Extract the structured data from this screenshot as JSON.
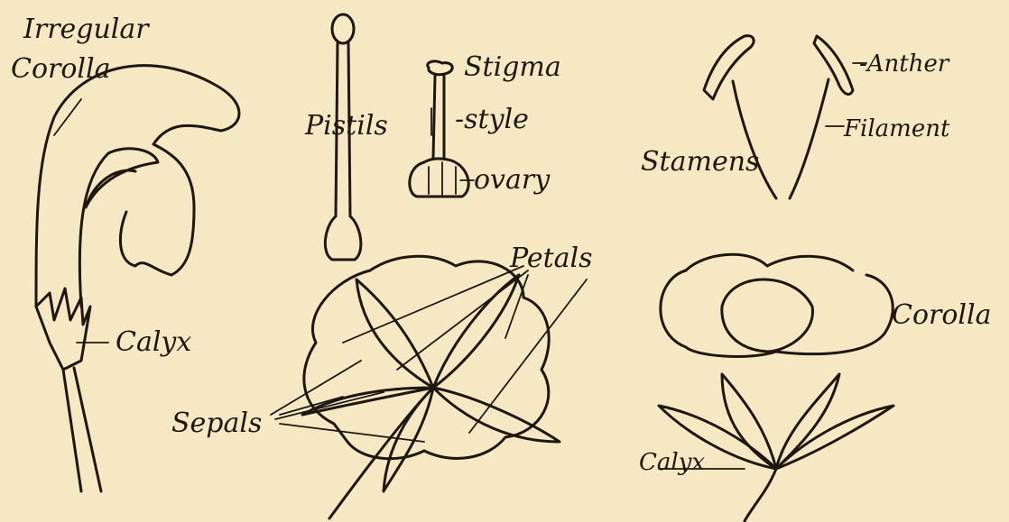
{
  "labels": {
    "irregular": "Irregular",
    "corolla_left": "Corolla",
    "calyx_left": "Calyx",
    "pistils": "Pistils",
    "stigma": "Stigma",
    "style": "-style",
    "ovary": "ovary",
    "anther": "-Anther",
    "filament": "Filament",
    "stamens": "Stamens",
    "petals": "Petals",
    "sepals": "Sepals",
    "corolla_right": "Corolla",
    "calyx_right": "Calyx"
  },
  "colors": {
    "paper": "#f6e8c3",
    "ink": "#1d1710"
  }
}
